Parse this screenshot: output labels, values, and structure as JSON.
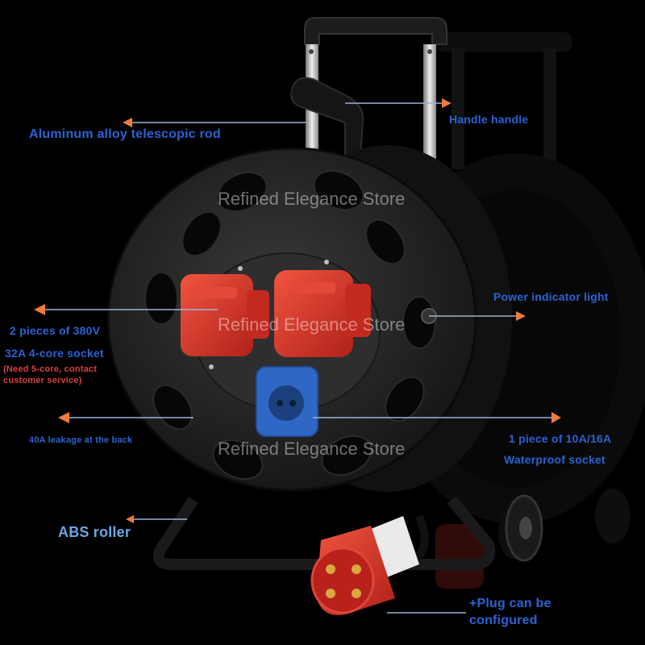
{
  "labels": {
    "handle": "Handle handle",
    "rod": "Aluminum alloy telescopic rod",
    "power_light": "Power indicator light",
    "sockets_380v_1": "2 pieces of 380V",
    "sockets_380v_2": "32A 4-core socket",
    "note_1": "(Need 5-core, contact",
    "note_2": "customer service)",
    "leakage": "40A leakage at the back",
    "socket_small_1": "1 piece of 10A/16A",
    "socket_small_2": "Waterproof socket",
    "roller": "ABS roller",
    "plug_1": "+Plug can be",
    "plug_2": "configured"
  },
  "watermark": "Refined Elegance Store",
  "colors": {
    "label_blue": "#2a63d4",
    "label_lightblue": "#6aa7e8",
    "note_red": "#d9403a",
    "arrow_orange": "#ef7b3c",
    "socket_red": "#d8342a",
    "socket_blue": "#2f67c4",
    "reel_body": "#1e1e1e"
  }
}
